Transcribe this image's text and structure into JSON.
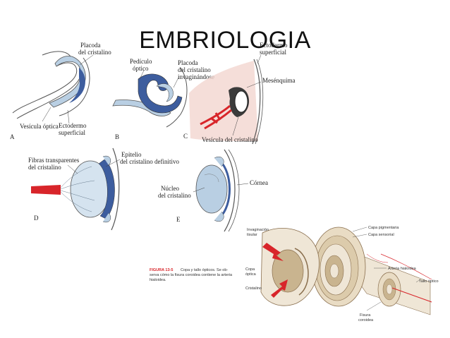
{
  "slide": {
    "title": "EMBRIOLOGIA"
  },
  "panel_a": {
    "letter": "A",
    "labels": {
      "placoda": [
        "Placoda",
        "del cristalino"
      ],
      "vesicula": "Vesícula óptica",
      "ectodermo": [
        "Ectodermo",
        "superficial"
      ]
    }
  },
  "panel_b": {
    "letter": "B",
    "labels": {
      "pediculo": [
        "Pedículo",
        "óptico"
      ],
      "placoda": [
        "Placoda",
        "del cristalino",
        "invaginándose"
      ]
    }
  },
  "panel_c": {
    "letter": "C",
    "labels": {
      "ectodermo": [
        "Ectodermo",
        "superficial"
      ],
      "mesenquima": "Mesénquima",
      "vesicula": "Vesícula del cristalino"
    }
  },
  "panel_d": {
    "letter": "D",
    "labels": {
      "fibras": [
        "Fibras transparentes",
        "del cristalino"
      ],
      "epitelio": [
        "Epitelio",
        "del cristalino definitivo"
      ]
    }
  },
  "panel_e": {
    "letter": "E",
    "labels": {
      "nucleo": [
        "Núcleo",
        "del cristalino"
      ],
      "cornea": "Córnea"
    }
  },
  "panel_3d": {
    "caption_title": "FIGURA 13-5",
    "caption_text": [
      "Copa y tallo ópticos. Se ob-",
      "serva cómo la fisura coroidea contiene la arteria",
      "hialoidea."
    ],
    "labels": {
      "invaginacion": [
        "Invaginación",
        "tisular"
      ],
      "copa": [
        "Copa",
        "óptica"
      ],
      "cristalino": "Cristalino",
      "capa_pigmentaria": "Capa pigmentaria",
      "capa_sensorial": "Capa sensorial",
      "arteria": "Arteria hialoidea",
      "tallo": "Tallo óptico",
      "fisura": [
        "Fisura",
        "coroidea"
      ]
    }
  },
  "colors": {
    "blue_dark": "#3d5d9e",
    "blue_light": "#b9cfe3",
    "red": "#d8252a",
    "pink": "#f3d6cf",
    "tan": "#e9dcc4",
    "brown": "#8a6f4e"
  }
}
